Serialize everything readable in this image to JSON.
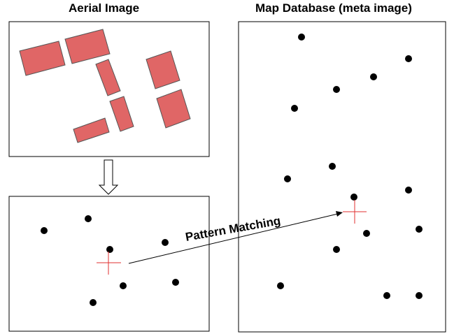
{
  "titles": {
    "aerial": "Aerial Image",
    "map": "Map Database (meta image)"
  },
  "arrow_label": "Pattern Matching",
  "colors": {
    "building_fill": "#e06666",
    "building_stroke": "#555555",
    "point": "#000000",
    "crosshair": "#e03030",
    "frame": "#000000"
  }
}
